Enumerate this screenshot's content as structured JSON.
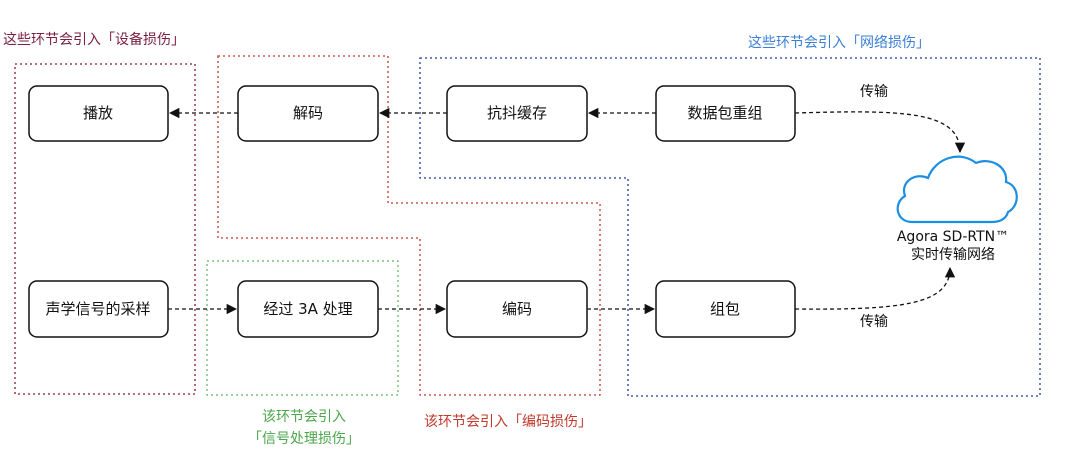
{
  "regions": {
    "device": {
      "label": "这些环节会引入「设备损伤」",
      "color": "#7a1f3d",
      "border": "#8b1a2b"
    },
    "network": {
      "label": "这些环节会引入「网络损伤」",
      "color": "#3a7fd6",
      "border": "#1f3a9c"
    },
    "signal": {
      "label_line1": "该环节会引入",
      "label_line2": "「信号处理损伤」",
      "color": "#4aa64a",
      "border": "#5cb85c"
    },
    "encoding": {
      "label": "该环节会引入「编码损伤」",
      "color": "#c0392b",
      "border": "#c0392b"
    }
  },
  "nodes": {
    "playback": "播放",
    "decode": "解码",
    "jitter_buffer": "抗抖缓存",
    "packet_reassembly": "数据包重组",
    "acoustic_sampling": "声学信号的采样",
    "processing_3a": "经过 3A 处理",
    "encode": "编码",
    "packetize": "组包"
  },
  "edges": {
    "transmit_top": "传输",
    "transmit_bottom": "传输"
  },
  "cloud": {
    "line1": "Agora SD-RTN™",
    "line2": "实时传输网络",
    "color": "#1a8fe3"
  }
}
